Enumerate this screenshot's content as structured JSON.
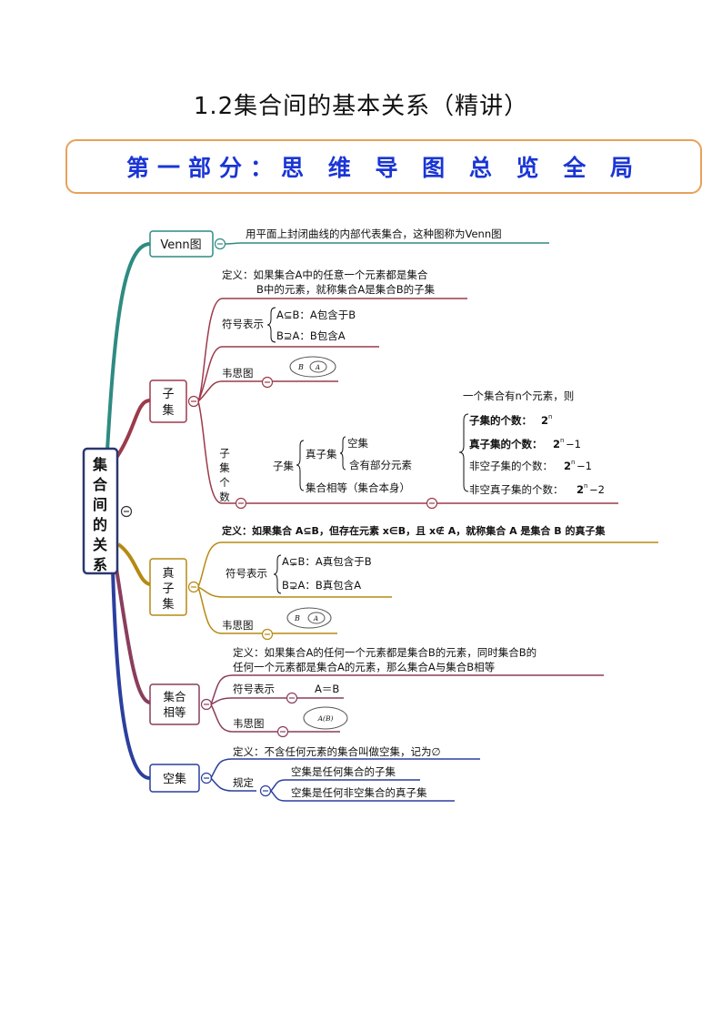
{
  "title": "1.2集合间的基本关系（精讲）",
  "banner": "第一部分：思 维 导 图 总 览 全 局",
  "root": [
    "集",
    "合",
    "间",
    "的",
    "关",
    "系"
  ],
  "venn": {
    "label": "Venn图",
    "desc": "用平面上封闭曲线的内部代表集合，这种图称为Venn图"
  },
  "subset": {
    "label": [
      "子",
      "集"
    ],
    "def_line1": "定义：如果集合A中的任意一个元素都是集合",
    "def_line2": "B中的元素，就称集合A是集合B的子集",
    "symbol_label": "符号表示",
    "symbol_1": "A⊆B：A包含于B",
    "symbol_2": "B⊇A：B包含A",
    "venn_label": "韦思图",
    "venn_outer": "B",
    "venn_inner": "A",
    "count_label": [
      "子",
      "集",
      "个",
      "数"
    ],
    "kinds_label": "子集",
    "proper_label": "真子集",
    "proper_1": "空集",
    "proper_2": "含有部分元素",
    "equal_text": "集合相等（集合本身）",
    "n_intro": "一个集合有n个元素，则",
    "counts": [
      {
        "text": "子集的个数：",
        "base": "2",
        "exp": "n",
        "tail": ""
      },
      {
        "text": "真子集的个数：",
        "base": "2",
        "exp": "n",
        "tail": "−1"
      },
      {
        "text": "非空子集的个数：",
        "base": "2",
        "exp": "n",
        "tail": "−1"
      },
      {
        "text": "非空真子集的个数：",
        "base": "2",
        "exp": "n",
        "tail": "−2"
      }
    ]
  },
  "proper": {
    "label": [
      "真",
      "子",
      "集"
    ],
    "def": "定义：如果集合 A⊆B，但存在元素 x∈B，且 x∉ A，就称集合 A 是集合 B 的真子集",
    "symbol_label": "符号表示",
    "symbol_1": "A⊊B：A真包含于B",
    "symbol_2": "B⊋A：B真包含A",
    "venn_label": "韦思图",
    "venn_outer": "B",
    "venn_inner": "A"
  },
  "equal": {
    "label": [
      "集合",
      "相等"
    ],
    "def_line1": "定义：如果集合A的任何一个元素都是集合B的元素，同时集合B的",
    "def_line2": "任何一个元素都是集合A的元素，那么集合A与集合B相等",
    "symbol_label": "符号表示",
    "symbol": "A＝B",
    "venn_label": "韦思图",
    "venn_text": "A(B)"
  },
  "empty": {
    "label": "空集",
    "def": "定义：不含任何元素的集合叫做空集，记为∅",
    "rule_label": "规定",
    "rule_1": "空集是任何集合的子集",
    "rule_2": "空集是任何非空集合的真子集"
  },
  "colors": {
    "teal": "#2e8b82",
    "maroon": "#9c3a4a",
    "gold": "#b58a12",
    "plum": "#8a3d5c",
    "navy": "#2b3f9e",
    "collapse": "#c0392b",
    "banner_text": "#1a35d6",
    "banner_border": "#e8a15a"
  }
}
